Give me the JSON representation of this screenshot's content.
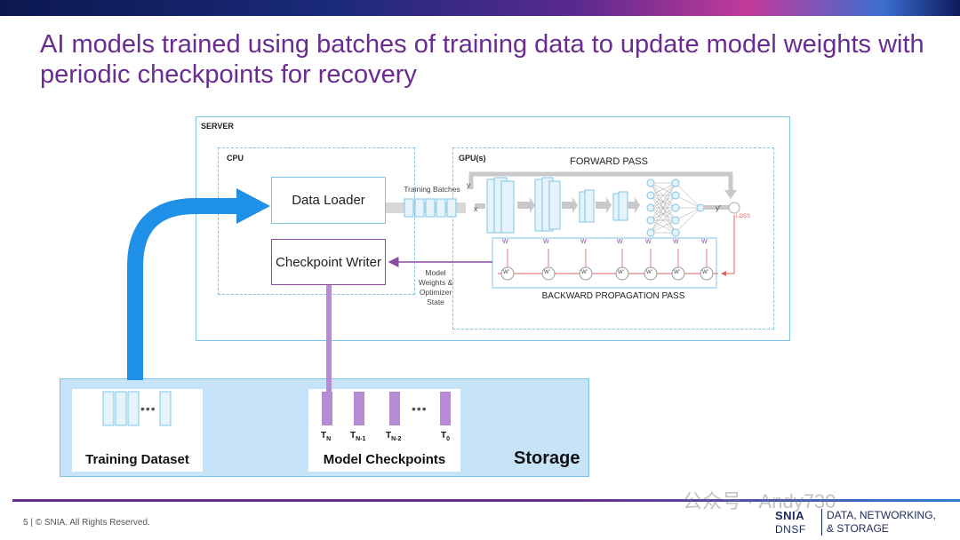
{
  "slide": {
    "title": "AI models trained using batches of training data to update model weights with periodic checkpoints for recovery"
  },
  "diagram": {
    "server_label": "SERVER",
    "cpu_label": "CPU",
    "gpu_label": "GPU(s)",
    "data_loader": "Data Loader",
    "checkpoint_writer": "Checkpoint Writer",
    "training_batches": "Training Batches",
    "forward_pass": "FORWARD PASS",
    "backward_pass": "BACKWARD PROPAGATION PASS",
    "model_weights_state": "Model Weights & Optimizer State",
    "x_label": "x",
    "y_label": "y",
    "yhat_label": "y'",
    "loss_label": "LOSS",
    "w_label": "W",
    "wprime_label": "W'",
    "storage_label": "Storage",
    "training_dataset": "Training Dataset",
    "model_checkpoints": "Model Checkpoints",
    "checkpoint_ticks": [
      "T",
      "T",
      "T",
      "T"
    ],
    "checkpoint_subs": [
      "N",
      "N-1",
      "N-2",
      "0"
    ],
    "ellipsis": "•••"
  },
  "footer": {
    "copyright": "5 | © SNIA. All Rights Reserved.",
    "brand_top": "SNIA",
    "brand_bottom": "DNSF",
    "tagline_1": "DATA, NETWORKING,",
    "tagline_2": "& STORAGE",
    "watermark": "公众号 · Andy730"
  },
  "colors": {
    "title": "#6a2c91",
    "accent_blue": "#1e90e8",
    "checkpoint_purple": "#b58bd3",
    "storage_bg": "#c6e3f7"
  }
}
